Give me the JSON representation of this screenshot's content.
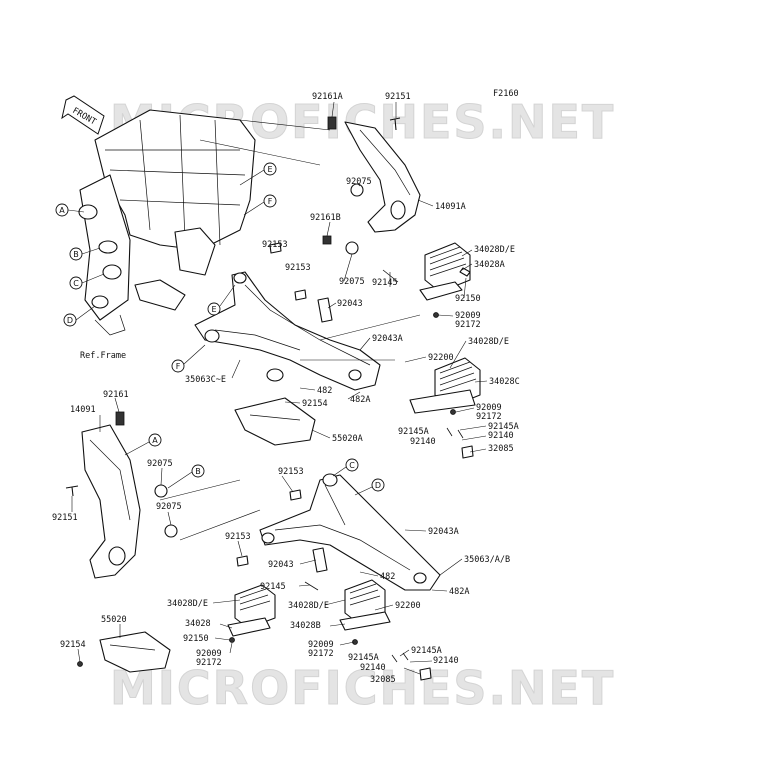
{
  "diagram_code": "F2160",
  "watermark": "MICROFICHES.NET",
  "front_label": "FRONT",
  "ref_frame": "Ref.Frame",
  "callouts": [
    "A",
    "B",
    "C",
    "D",
    "E",
    "F"
  ],
  "part_numbers": {
    "p92161A": "92161A",
    "p92151": "92151",
    "p92075": "92075",
    "p92161B": "92161B",
    "p14091A": "14091A",
    "p92153": "92153",
    "p34028DE": "34028D/E",
    "p34028A": "34028A",
    "p92145": "92145",
    "p92150": "92150",
    "p92043": "92043",
    "p92009": "92009",
    "p92172": "92172",
    "p92043A": "92043A",
    "p92200": "92200",
    "p35063CE": "35063C~E",
    "p482": "482",
    "p482A": "482A",
    "p34028C": "34028C",
    "p92154": "92154",
    "p55020A": "55020A",
    "p92145A": "92145A",
    "p92140": "92140",
    "p32085": "32085",
    "p92161": "92161",
    "p14091": "14091",
    "p35063AB": "35063/A/B",
    "p34028": "34028",
    "p55020": "55020",
    "p34028B": "34028B"
  }
}
